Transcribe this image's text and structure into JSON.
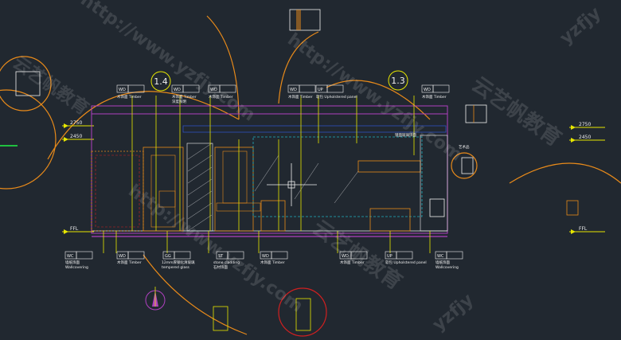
{
  "levels": {
    "l2750": "2750",
    "l2450": "2450",
    "ffl": "FFL"
  },
  "sections": {
    "s14": "1.4",
    "s13": "1.3"
  },
  "top_tags": [
    {
      "code": "WD",
      "text": "木饰面 Timber"
    },
    {
      "code": "WD",
      "text": "木饰面 Timber"
    },
    {
      "code": "WD",
      "text": "木饰面 Timber"
    },
    {
      "code": "WD",
      "text": "木饰面 Timber"
    },
    {
      "code": "UP",
      "text": "软包 Upholstered panel"
    },
    {
      "code": "WD",
      "text": "木饰面 Timber"
    }
  ],
  "top_note": "深度照明",
  "bottom_tags": [
    {
      "code": "WC",
      "text": "墙纸饰面",
      "text2": "Wallcovering"
    },
    {
      "code": "WD",
      "text": "木饰面 Timber"
    },
    {
      "code": "GG",
      "text": "12mm厚钢化清玻璃",
      "text2": "tempered glass"
    },
    {
      "code": "ST",
      "text": "石材饰面",
      "text2": "stone cladding"
    },
    {
      "code": "WD",
      "text": "木饰面 Timber"
    },
    {
      "code": "WD",
      "text": "木饰面 Timber"
    },
    {
      "code": "UP",
      "text": "软包 Upholstered panel"
    },
    {
      "code": "WC",
      "text": "墙纸饰面",
      "text2": "Wallcovering"
    }
  ],
  "inner_notes": {
    "n1": "镜面玻璃饰面",
    "n2": "艺术品"
  },
  "watermarks": [
    "云艺帆教育",
    "http://www.yzfjy.com",
    "yzfjy"
  ],
  "colors": {
    "bg": "#212830",
    "yellow": "#e6e600",
    "orange": "#e88a1a",
    "magenta": "#b040c0",
    "red": "#d02020",
    "white": "#f0f0f0",
    "cyan": "#20b0c0",
    "blue": "#3050c0"
  }
}
